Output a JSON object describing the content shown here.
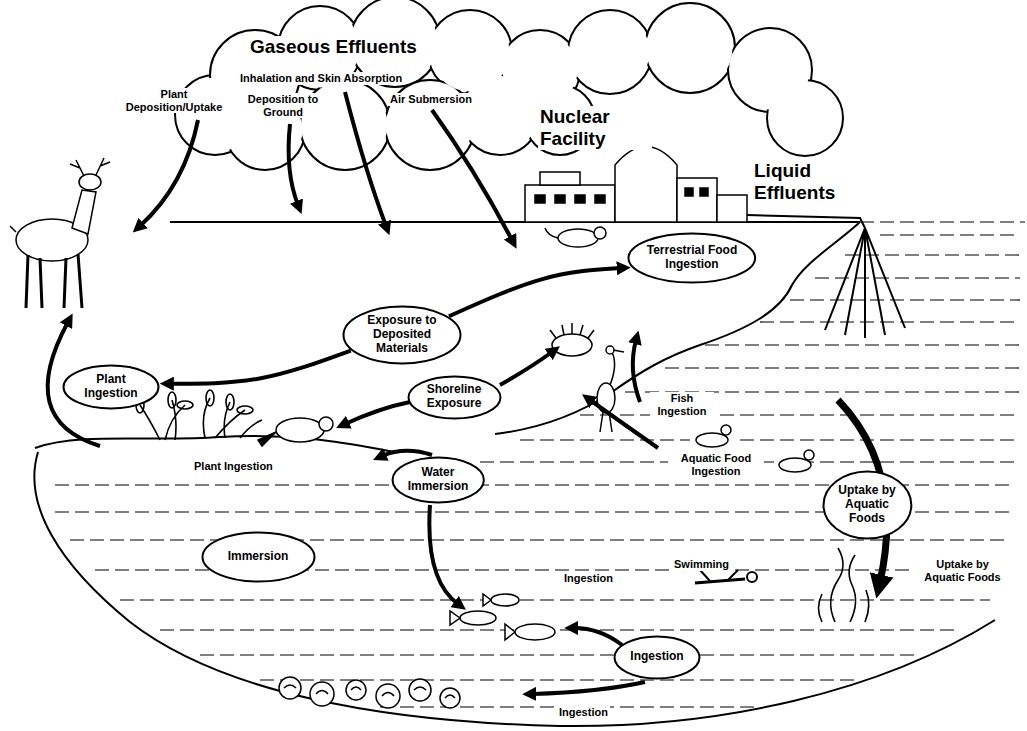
{
  "diagram": {
    "nodes": [
      {
        "text": [
          "Terrestrial Food Ingestion"
        ]
      },
      {
        "text": [
          "Exposure to Deposited Materials"
        ]
      },
      {
        "text": [
          "Plant Ingestion"
        ]
      },
      {
        "text": [
          "Shoreline Exposure"
        ]
      },
      {
        "text": [
          "Water Immersion"
        ]
      },
      {
        "text": [
          "Uptake by Aquatic Foods"
        ]
      },
      {
        "text": [
          "Immersion"
        ]
      },
      {
        "text": [
          "Ingestion"
        ]
      }
    ],
    "edges": [
      {
        "from": 1,
        "to": 0,
        "arrow": "to"
      },
      {
        "from": 1,
        "to": 2,
        "arrow": "to"
      }
    ],
    "labels": [
      "Gaseous Effluents",
      "Inhalation and Skin Absorption",
      "Plant Deposition/Uptake",
      "Deposition to Ground",
      "Air Submersion",
      "Nuclear Facility",
      "Liquid Effluents",
      "Fish Ingestion",
      "Aquatic Food Ingestion",
      "Plant Ingestion",
      "Swimming",
      "Uptake by Aquatic Foods",
      "Ingestion",
      "Ingestion"
    ]
  }
}
